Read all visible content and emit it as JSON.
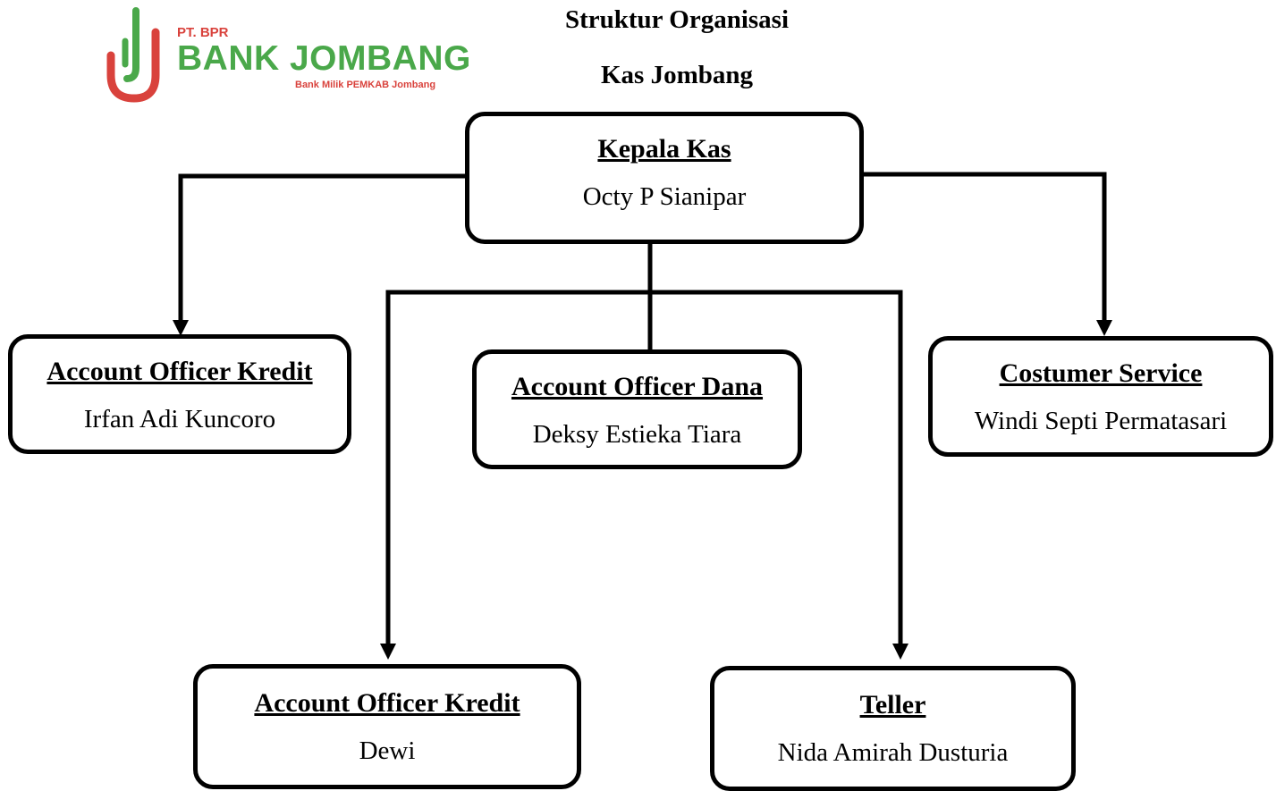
{
  "logo": {
    "pt": "PT. BPR",
    "name": "BANK JOMBANG",
    "tagline": "Bank Milik PEMKAB Jombang"
  },
  "header": {
    "title": "Struktur Organisasi",
    "subtitle": "Kas  Jombang"
  },
  "nodes": {
    "kepala": {
      "role": "Kepala Kas",
      "person": "Octy P Sianipar"
    },
    "ao_kredit_1": {
      "role": "Account Officer Kredit",
      "person": "Irfan Adi Kuncoro"
    },
    "ao_dana": {
      "role": "Account Officer Dana",
      "person": "Deksy Estieka Tiara"
    },
    "cs": {
      "role": "Costumer Service",
      "person": "Windi Septi Permatasari"
    },
    "ao_kredit_2": {
      "role": "Account Officer Kredit",
      "person": "Dewi"
    },
    "teller": {
      "role": "Teller",
      "person": "Nida Amirah Dusturia"
    }
  },
  "colors": {
    "logo_red": "#d9423c",
    "logo_green": "#4aa84a",
    "line": "#000000"
  }
}
